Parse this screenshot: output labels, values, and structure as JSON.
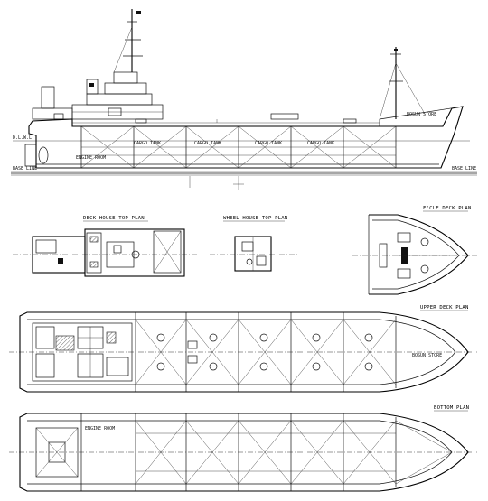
{
  "views": {
    "deck_house_top": "DECK HOUSE TOP PLAN",
    "wheel_house_top": "WHEEL HOUSE TOP PLAN",
    "focsle_deck": "F'CLE DECK PLAN",
    "upper_deck": "UPPER DECK PLAN",
    "bottom": "BOTTOM PLAN"
  },
  "labels": {
    "engine_room": "ENGINE ROOM",
    "cargo_tank": "CARGO TANK",
    "bosun_store": "BOSUN STORE",
    "base_line": "BASE LINE"
  }
}
